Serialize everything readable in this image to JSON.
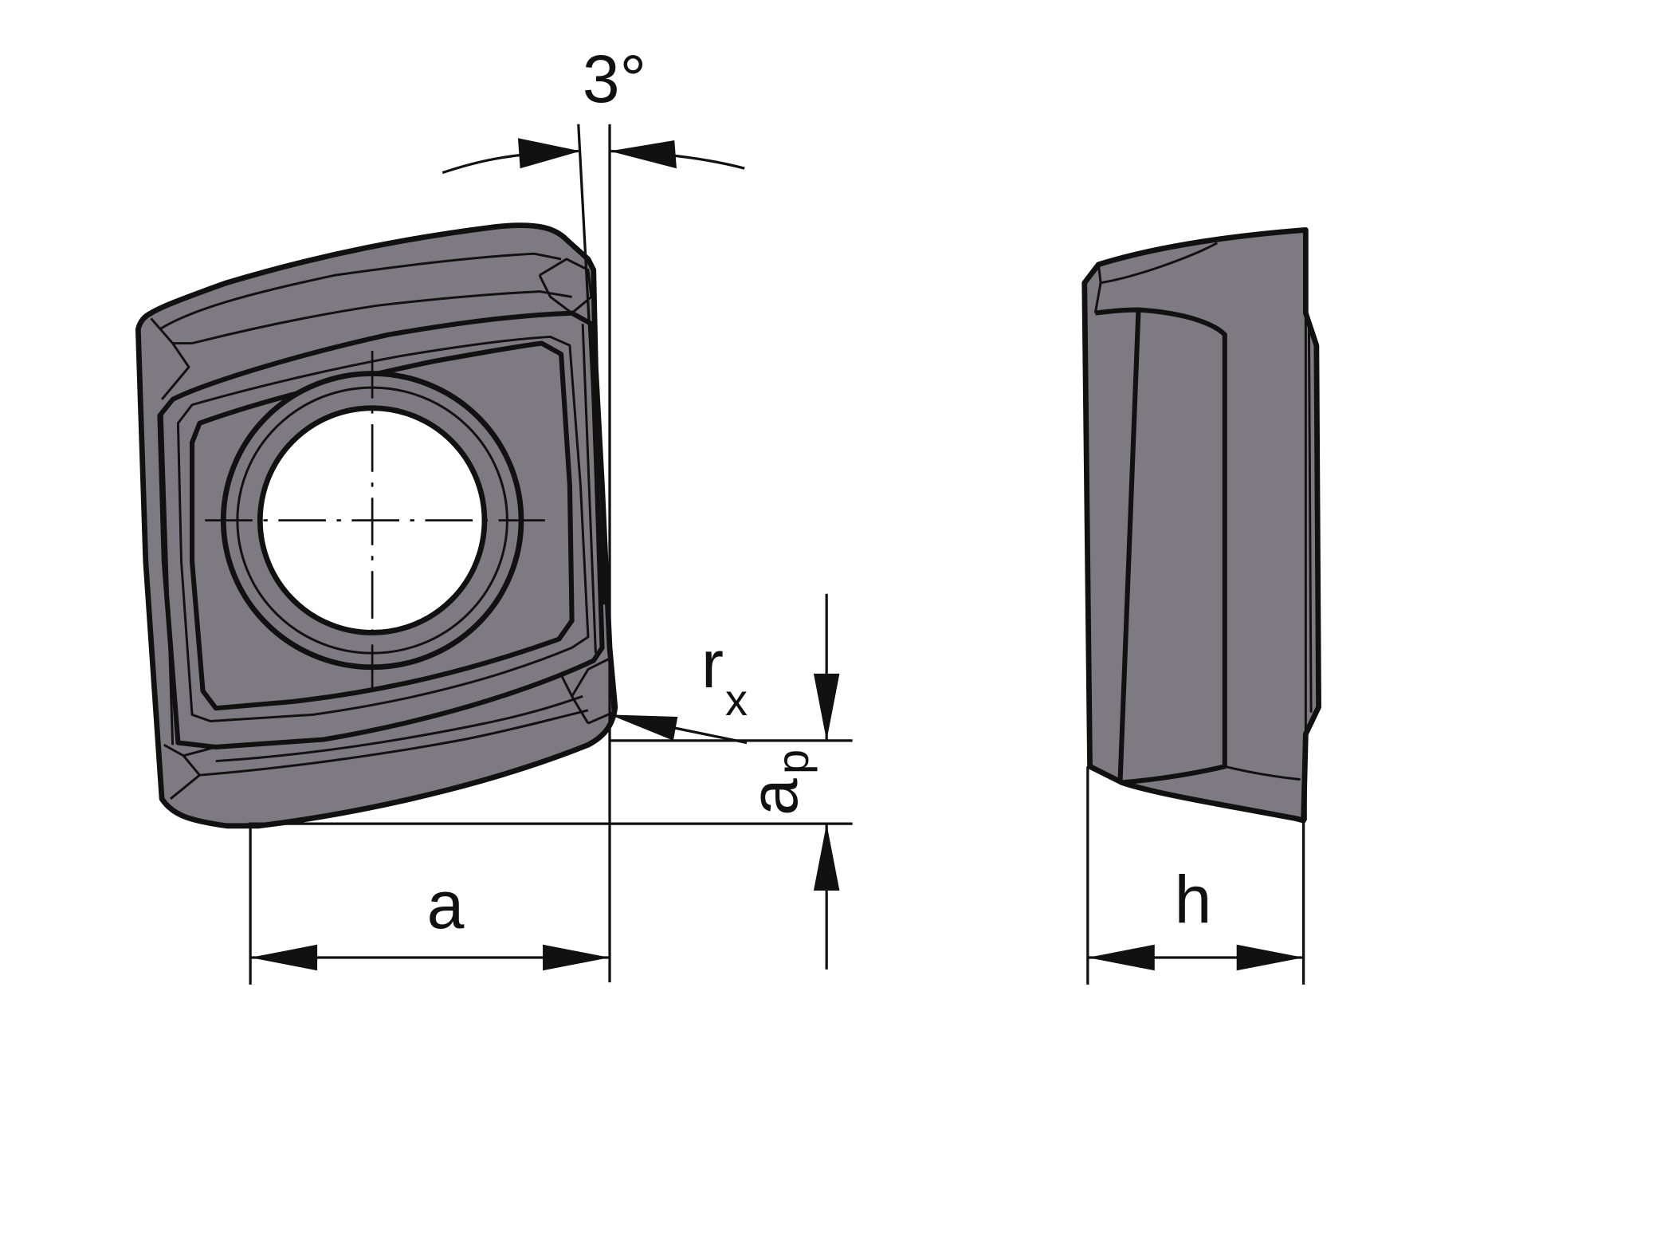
{
  "drawing": {
    "front_view": {
      "angle_label": "3°",
      "corner_radius_label": "r",
      "corner_radius_sub": "x",
      "depth_label": "a",
      "depth_sub": "p",
      "width_label": "a"
    },
    "side_view": {
      "thickness_label": "h"
    },
    "colors": {
      "insert_fill": "#7d7b81",
      "outline": "#111111",
      "background": "#ffffff"
    }
  }
}
